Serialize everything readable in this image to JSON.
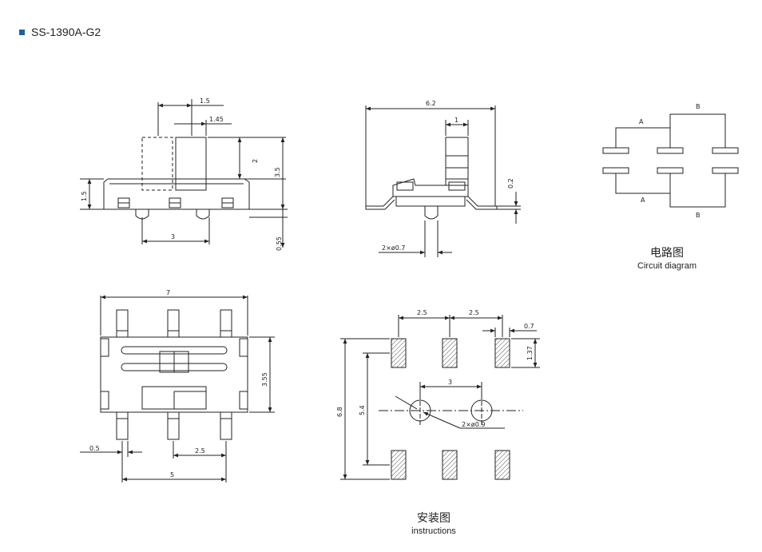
{
  "title": "SS-1390A-G2",
  "colors": {
    "accent": "#1f5fa8",
    "line": "#222222",
    "hatch": "#555555"
  },
  "side_view": {
    "dims": {
      "d1": "1.5",
      "d2": "1.45",
      "d3": "2",
      "d4": "3.5",
      "d5": "1.5",
      "d6": "3",
      "d7": "0.55"
    }
  },
  "front_view": {
    "dims": {
      "d1": "6.2",
      "d2": "1",
      "d3": "0.2",
      "d4": "2×ø0.7"
    }
  },
  "circuit": {
    "labels": {
      "a_top": "A",
      "b_top": "B",
      "a_bottom": "A",
      "b_bottom": "B"
    },
    "caption_zh": "电路图",
    "caption_en": "Circuit diagram"
  },
  "top_view": {
    "dims": {
      "d1": "7",
      "d2": "3.55",
      "d3": "0.5",
      "d4": "2.5",
      "d5": "5"
    }
  },
  "footprint": {
    "dims": {
      "d1": "2.5",
      "d2": "2.5",
      "d3": "0.7",
      "d4": "1.37",
      "d5": "3",
      "d6": "6.8",
      "d7": "5.4",
      "d8": "2×ø0.9"
    },
    "caption_zh": "安装图",
    "caption_en": "instructions"
  }
}
